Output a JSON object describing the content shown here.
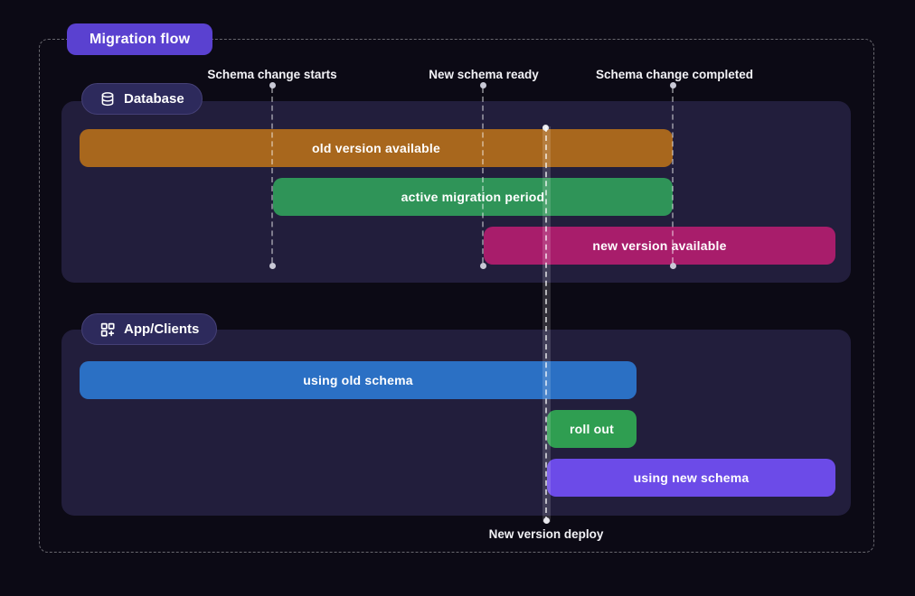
{
  "title": "Migration flow",
  "milestones": [
    {
      "label": "Schema change starts"
    },
    {
      "label": "New schema ready"
    },
    {
      "label": "Schema change completed"
    }
  ],
  "deploy_marker": {
    "label": "New version deploy"
  },
  "sections": [
    {
      "label": "Database",
      "icon": "database-icon",
      "bars": [
        {
          "label": "old version available",
          "color": "#a8671d"
        },
        {
          "label": "active migration period",
          "color": "#2f9458"
        },
        {
          "label": "new version available",
          "color": "#a81d6b"
        }
      ]
    },
    {
      "label": "App/Clients",
      "icon": "grid-plus-icon",
      "bars": [
        {
          "label": "using old schema",
          "color": "#2b70c4"
        },
        {
          "label": "roll out",
          "color": "#2f9e51"
        },
        {
          "label": "using new schema",
          "color": "#6c4be8"
        }
      ]
    }
  ],
  "colors": {
    "background": "#0c0a15",
    "panel": "#221e3c",
    "title_badge": "#5a41d0",
    "section_badge": "#2d2a5c"
  }
}
